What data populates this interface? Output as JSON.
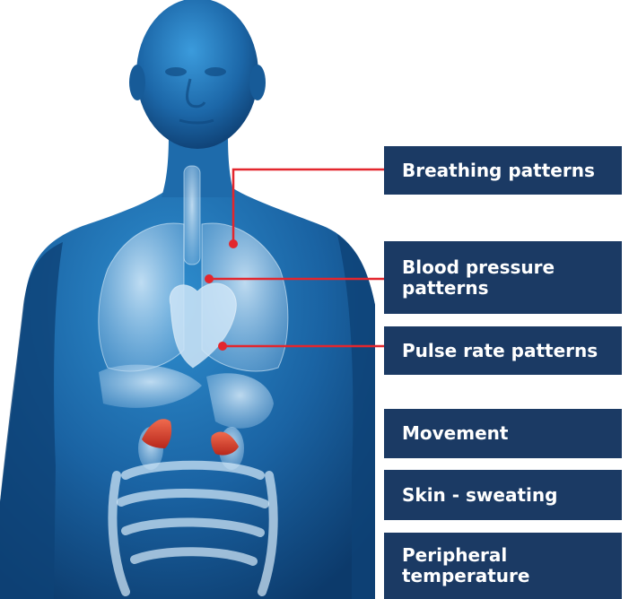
{
  "colors": {
    "label_background": "#1b3a64",
    "label_text": "#ffffff",
    "connector": "#e3262d",
    "organ_highlight": "#e0412e",
    "body_blue": "#1f6fae"
  },
  "labels": {
    "breathing": "Breathing patterns",
    "blood_pressure": "Blood pressure patterns",
    "pulse_rate": "Pulse rate patterns",
    "movement": "Movement",
    "skin_sweating": "Skin - sweating",
    "peripheral_temperature": "Peripheral temperature"
  },
  "figure": {
    "subject": "transparent human torso with internal organs",
    "highlighted_organs": [
      "adrenal-gland-left",
      "adrenal-gland-right"
    ]
  }
}
